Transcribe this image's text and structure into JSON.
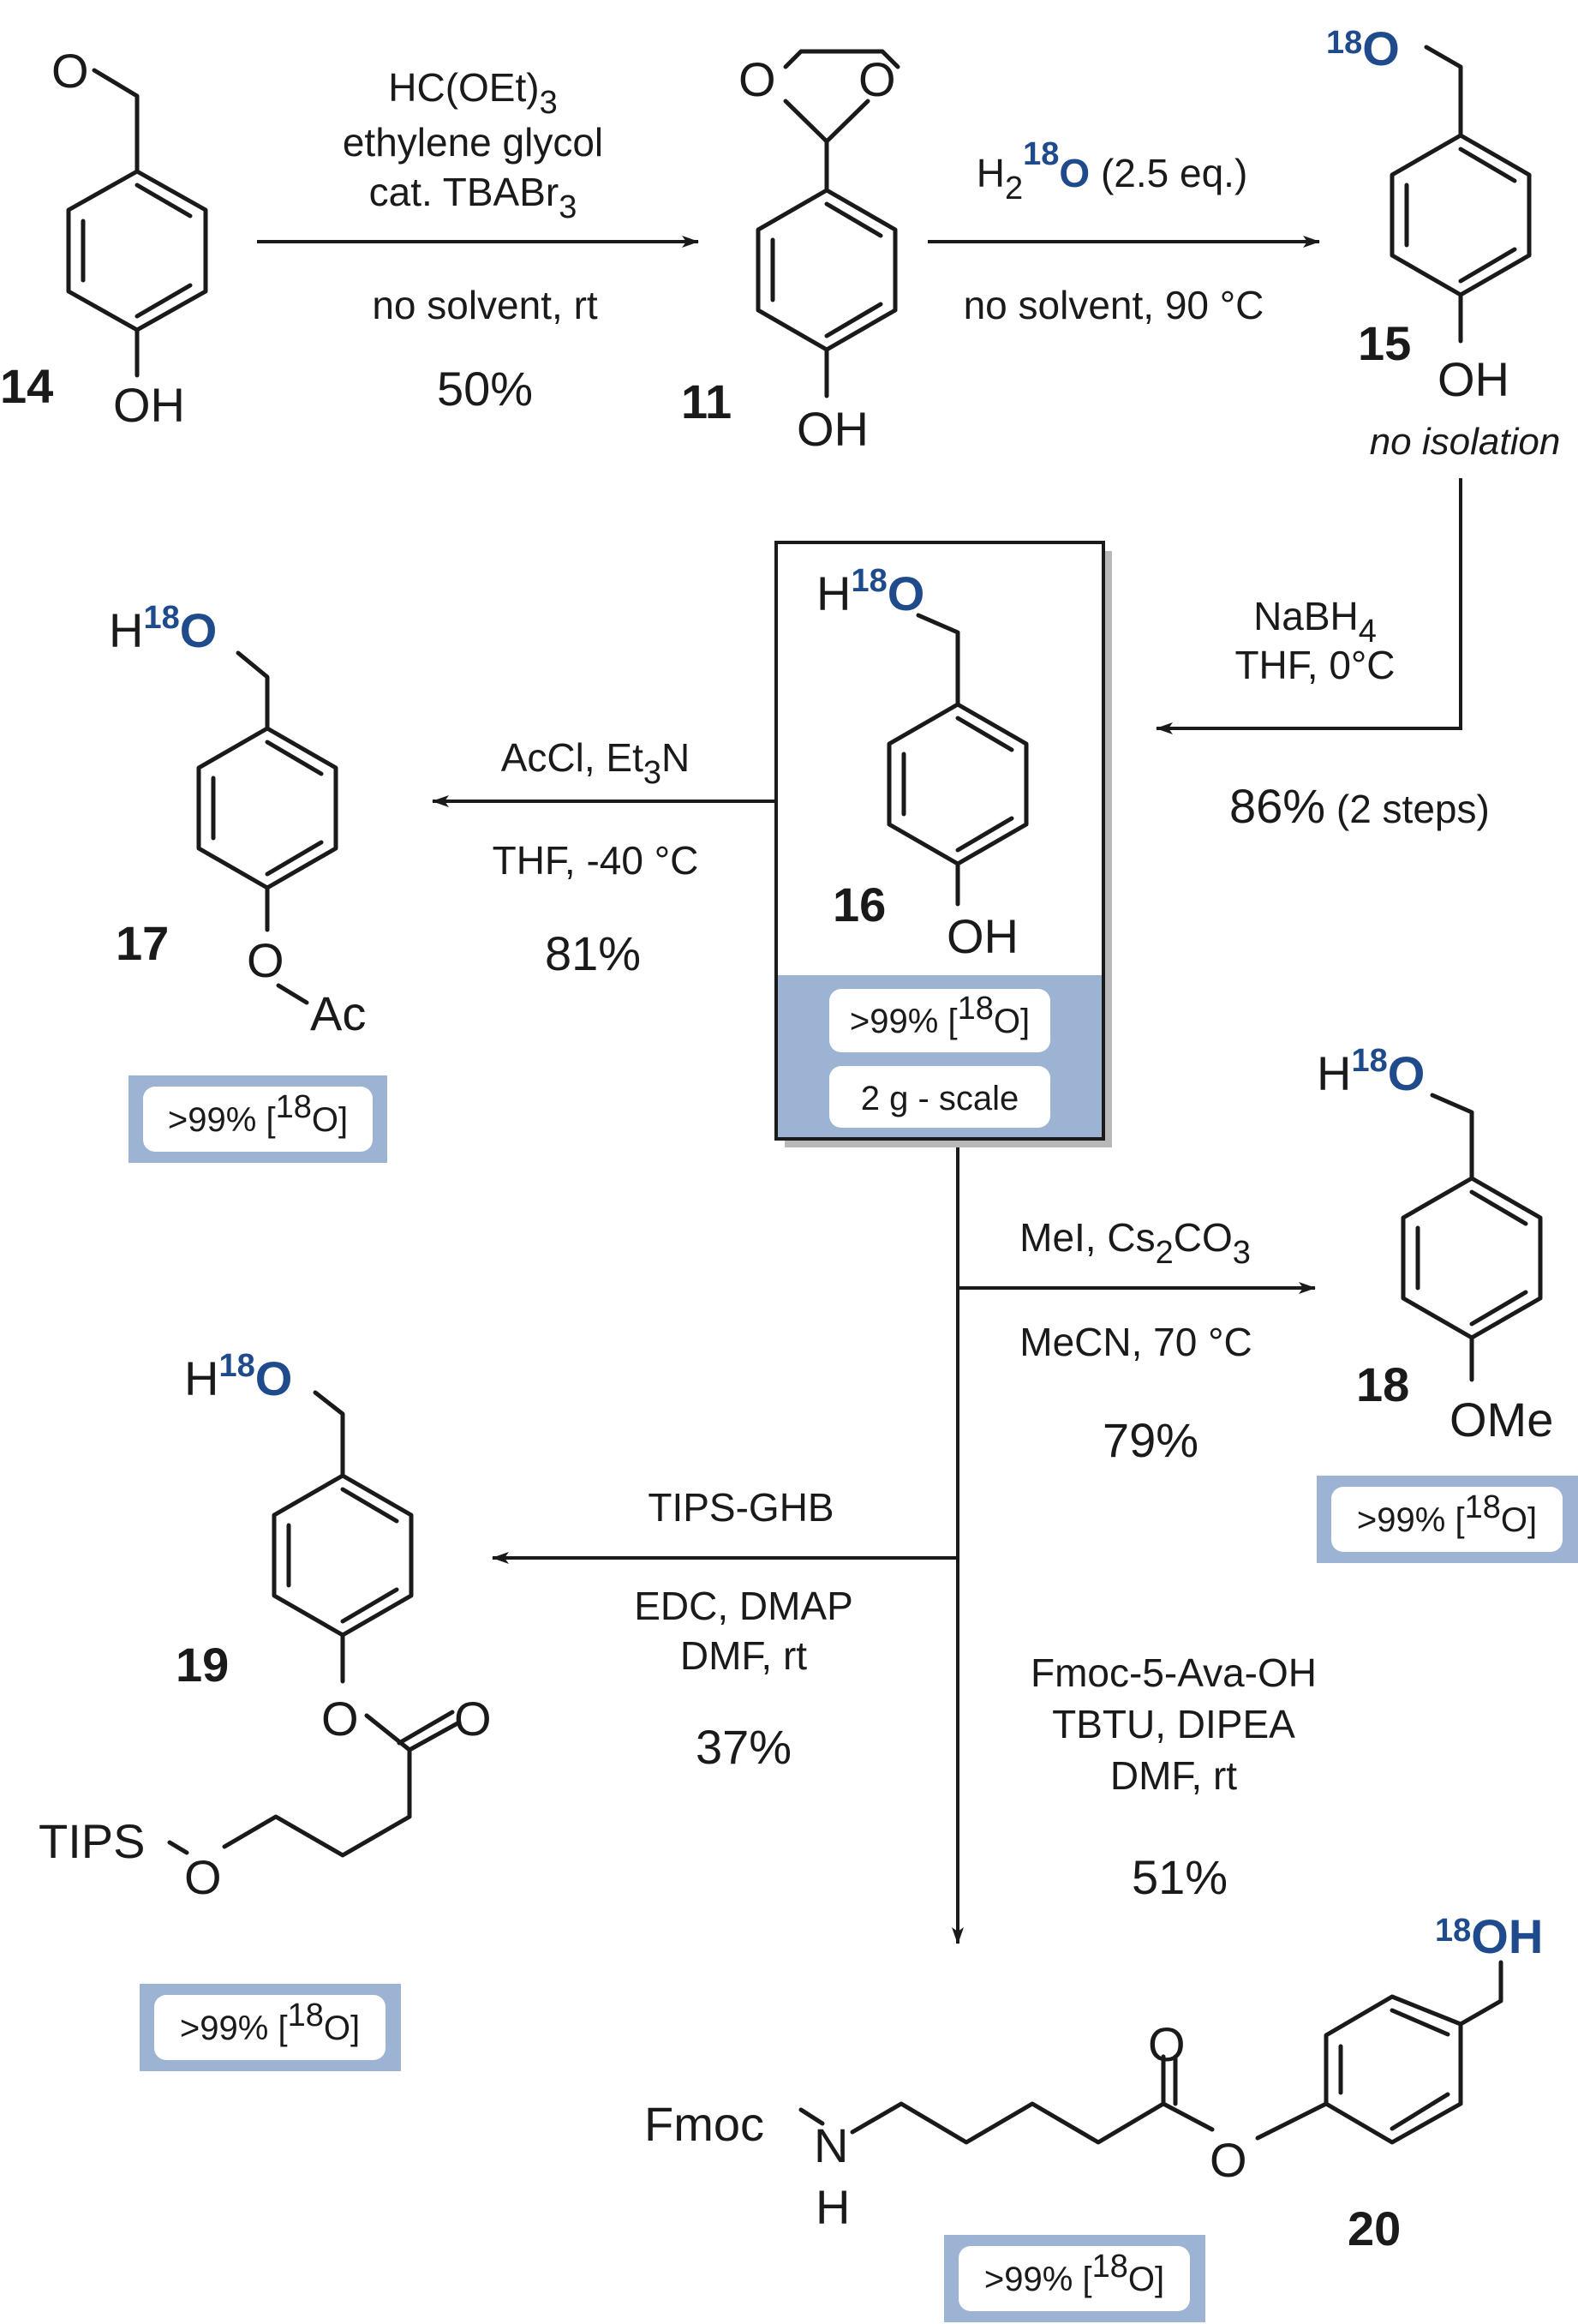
{
  "colors": {
    "isotope": "#1f4b8c",
    "badge": "#9db3d4",
    "ink": "#1a1a1a"
  },
  "compounds": {
    "c14": {
      "label": "14",
      "oh": "OH"
    },
    "c11": {
      "label": "11",
      "oh": "OH"
    },
    "c15": {
      "label": "15",
      "oh": "OH",
      "note": "no isolation",
      "iso_mass": "18",
      "iso_atom": "O"
    },
    "c16": {
      "label": "16",
      "oh": "OH",
      "h": "H",
      "iso_mass": "18",
      "iso_atom": "O"
    },
    "c17": {
      "label": "17",
      "h": "H",
      "iso_mass": "18",
      "iso_atom": "O",
      "o": "O",
      "ac": "Ac"
    },
    "c18": {
      "label": "18",
      "h": "H",
      "iso_mass": "18",
      "iso_atom": "O",
      "ome": "OMe"
    },
    "c19": {
      "label": "19",
      "h": "H",
      "iso_mass": "18",
      "iso_atom": "O",
      "tips": "TIPS",
      "o": "O"
    },
    "c20": {
      "label": "20",
      "iso_mass": "18",
      "oh": "OH",
      "fmoc": "Fmoc",
      "n": "N",
      "h": "H",
      "o": "O"
    }
  },
  "atoms": {
    "o": "O"
  },
  "reactions": {
    "r1": {
      "lines": [
        "HC(OEt)",
        "ethylene glycol",
        "cat. TBABr"
      ],
      "sub1": "3",
      "sub3": "3",
      "below": "no solvent, rt",
      "yield": "50%"
    },
    "r2": {
      "h": "H",
      "sub2": "2",
      "mass": "18",
      "atom": "O",
      "rest": " (2.5 eq.)",
      "below": "no solvent, 90 °C"
    },
    "r3": {
      "l1": "NaBH",
      "sub": "4",
      "l2": "THF, 0°C",
      "yield": "86%",
      "yield_note": " (2 steps)"
    },
    "r4": {
      "l1": "AcCl, Et",
      "sub": "3",
      "l1b": "N",
      "l2": "THF, -40 °C",
      "yield": "81%"
    },
    "r5": {
      "l1": "MeI, Cs",
      "sub1": "2",
      "l1b": "CO",
      "sub2": "3",
      "l2": "MeCN, 70 °C",
      "yield": "79%"
    },
    "r6": {
      "l1": "TIPS-GHB",
      "l2": "EDC, DMAP",
      "l3": "DMF, rt",
      "yield": "37%"
    },
    "r7": {
      "l1": "Fmoc-5-Ava-OH",
      "l2": "TBTU, DIPEA",
      "l3": "DMF, rt",
      "yield": "51%"
    }
  },
  "badges": {
    "purity": {
      "pre": ">99% [",
      "mass": "18",
      "post": "O]"
    },
    "scale": "2 g - scale"
  }
}
